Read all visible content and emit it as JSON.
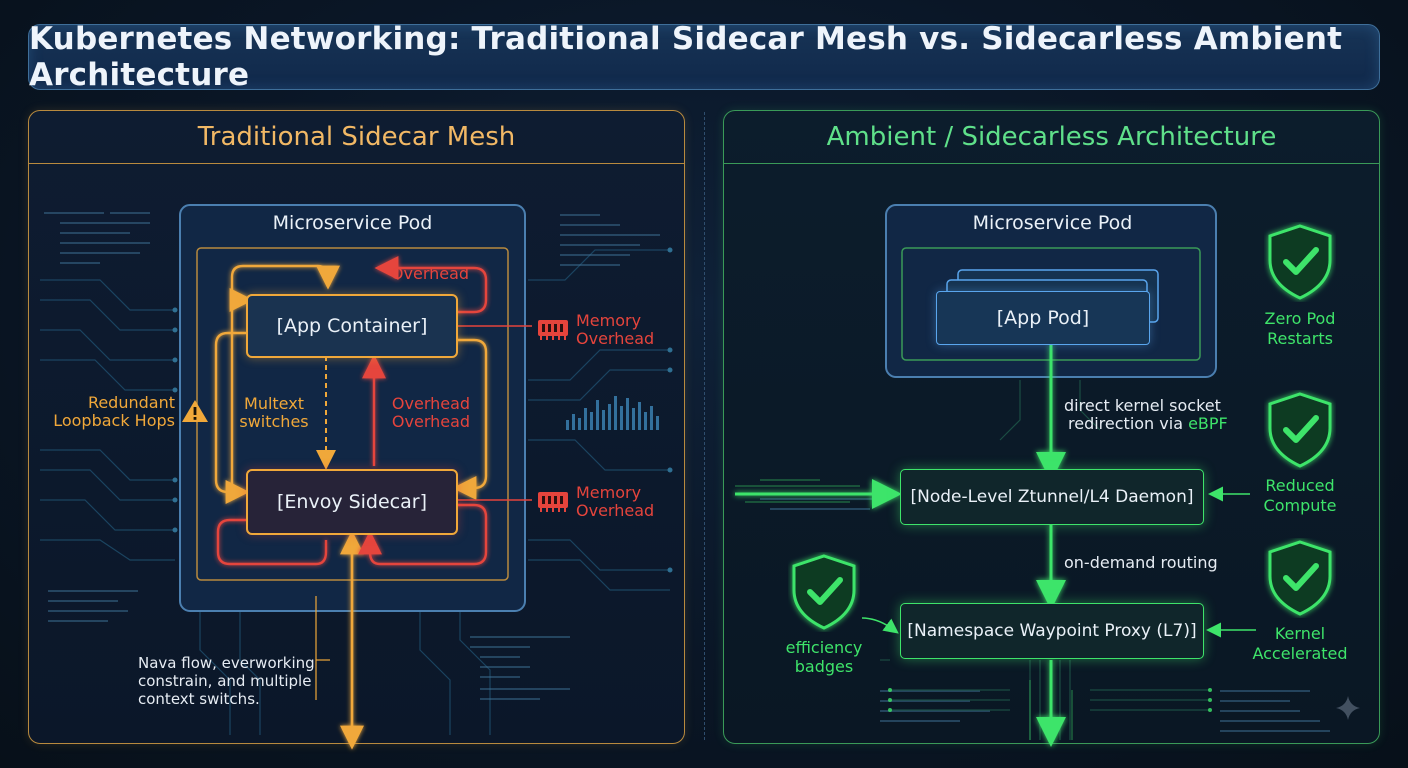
{
  "title": "Kubernetes Networking: Traditional Sidecar Mesh vs. Sidecarless Ambient Architecture",
  "left_panel": {
    "heading": "Traditional Sidecar Mesh",
    "pod_title": "Microservice Pod",
    "app_container": "[App Container]",
    "envoy_sidecar": "[Envoy Sidecar]",
    "overhead_top": "Overhead",
    "multext_line1": "Multext",
    "multext_line2": "switches",
    "overhead_mid_line1": "Overhead",
    "overhead_mid_line2": "Overhead",
    "memory_top_line1": "Memory",
    "memory_top_line2": "Overhead",
    "memory_bottom_line1": "Memory",
    "memory_bottom_line2": "Overhead",
    "redundant_line1": "Redundant",
    "redundant_line2": "Loopback Hops",
    "note_line1": "Nava flow, everworking",
    "note_line2": "constrain, and multiple",
    "note_line3": "context switchs."
  },
  "right_panel": {
    "heading": "Ambient / Sidecarless Architecture",
    "pod_title": "Microservice Pod",
    "app_pod": "[App Pod]",
    "kernel_note_line1": "direct kernel socket",
    "kernel_note_line2_prefix": "redirection via ",
    "kernel_note_line2_accent": "eBPF",
    "ztunnel": "[Node-Level Ztunnel/L4 Daemon]",
    "routing_note": "on-demand routing",
    "waypoint": "[Namespace Waypoint Proxy (L7)]",
    "badges": [
      {
        "line1": "Zero Pod",
        "line2": "Restarts",
        "icon": "shield-check-icon"
      },
      {
        "line1": "Reduced",
        "line2": "Compute",
        "icon": "shield-check-icon"
      },
      {
        "line1": "Kernel",
        "line2": "Accelerated",
        "icon": "shield-check-icon"
      },
      {
        "line1": "efficiency",
        "line2": "badges",
        "icon": "shield-check-icon"
      }
    ]
  },
  "colors": {
    "orange": "#f0a83a",
    "red": "#e5443c",
    "green": "#3ee46a",
    "blue": "#5aa6ee",
    "left_heading": "#f1b865",
    "right_heading": "#5fe08a"
  }
}
